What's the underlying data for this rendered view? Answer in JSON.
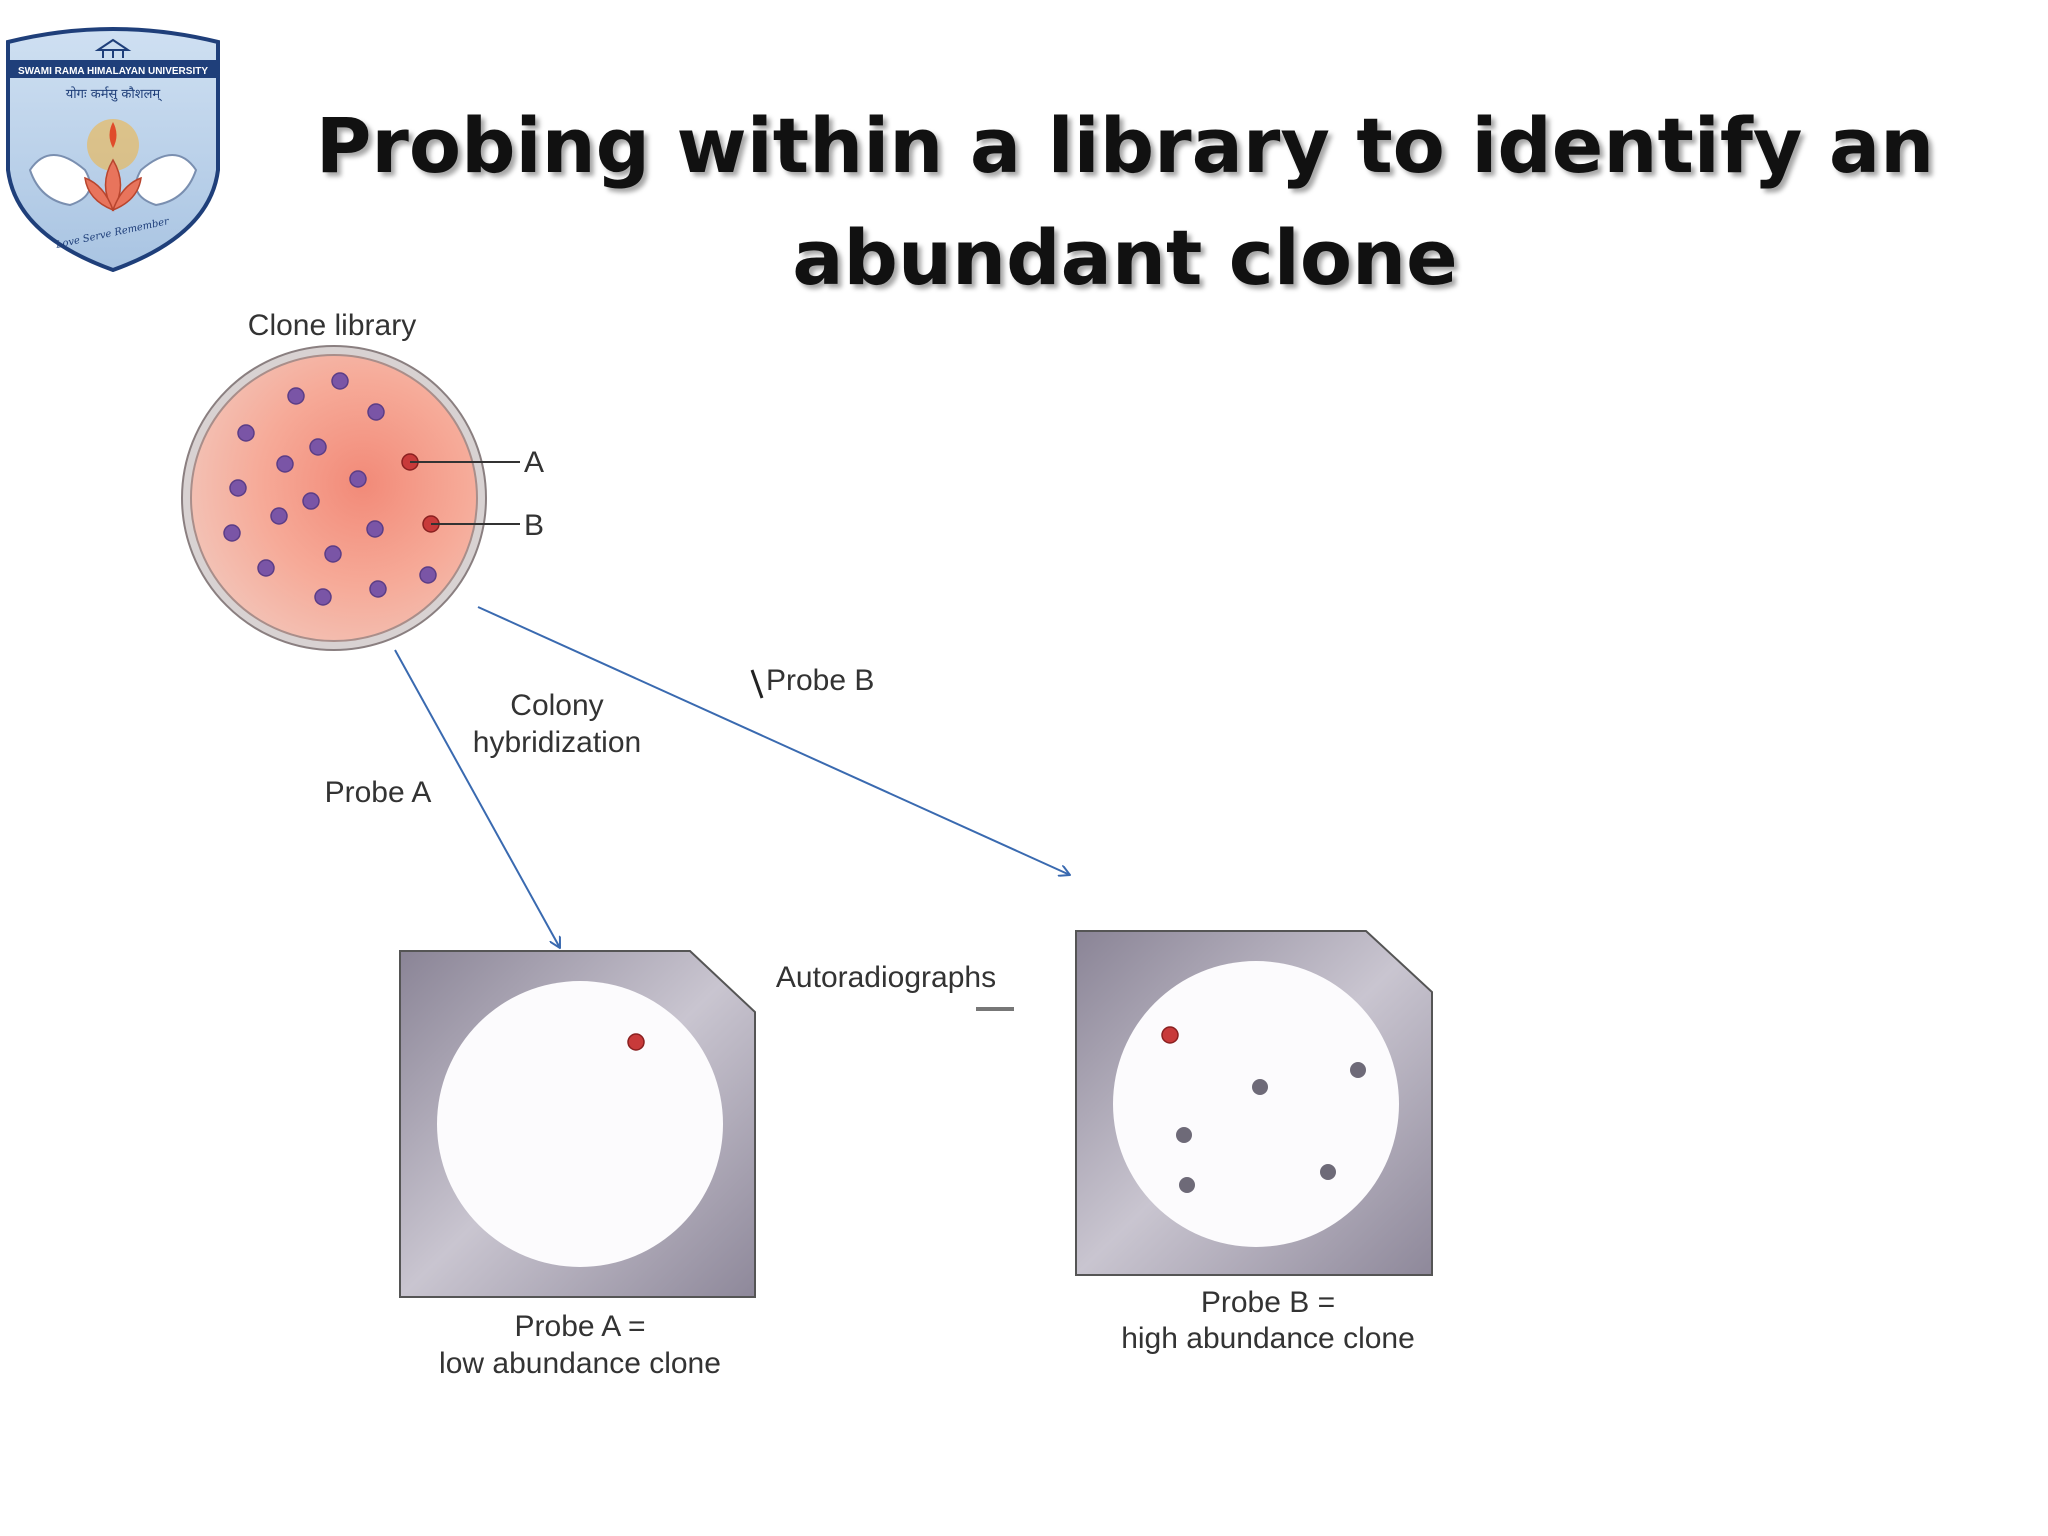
{
  "slide": {
    "title": "Probing within a library to identify an abundant clone"
  },
  "logo": {
    "name": "SWAMI RAMA HIMALAYAN UNIVERSITY",
    "motto_hindi": "योगः कर्मसु कौशलम्",
    "motto_english": "Love Serve Remember"
  },
  "diagram": {
    "clone_library_label": "Clone library",
    "marker_a": "A",
    "marker_b": "B",
    "colony_hybridization_line1": "Colony",
    "colony_hybridization_line2": "hybridization",
    "probe_a_label": "Probe A",
    "probe_b_label": "Probe B",
    "autoradiographs_label": "Autoradiographs",
    "result_a_line1": "Probe A =",
    "result_a_line2": "low abundance clone",
    "result_b_line1": "Probe B =",
    "result_b_line2": "high abundance clone"
  },
  "colors": {
    "plate_fill": "#f4a090",
    "colony_purple": "#7a55a6",
    "colony_red": "#c83a3a",
    "arrow_blue": "#3a6ab0",
    "film_gray": "#9c97a6"
  }
}
